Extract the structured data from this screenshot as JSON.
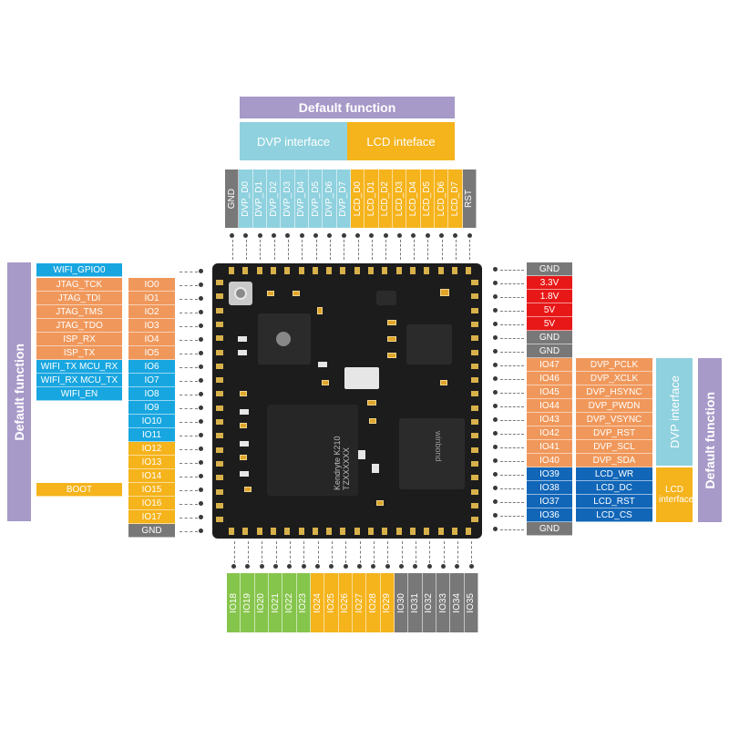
{
  "headers": {
    "top_default": "Default function",
    "top_dvp": "DVP interface",
    "top_lcd": "LCD inteface",
    "left_default": "Default function",
    "right_default": "Default function",
    "right_dvp": "DVP interface",
    "right_lcd": "LCD interface"
  },
  "colors": {
    "purple": "#a799c8",
    "light_blue": "#8fd1de",
    "yellow": "#f5b31c",
    "gray": "#787878",
    "orange": "#f0985b",
    "blue": "#18a6e0",
    "dark_blue": "#1166b8",
    "red": "#e81818",
    "green": "#86c54c"
  },
  "top_pins": [
    {
      "label": "GND",
      "color": "gray"
    },
    {
      "label": "DVP_D0",
      "color": "light_blue"
    },
    {
      "label": "DVP_D1",
      "color": "light_blue"
    },
    {
      "label": "DVP_D2",
      "color": "light_blue"
    },
    {
      "label": "DVP_D3",
      "color": "light_blue"
    },
    {
      "label": "DVP_D4",
      "color": "light_blue"
    },
    {
      "label": "DVP_D5",
      "color": "light_blue"
    },
    {
      "label": "DVP_D6",
      "color": "light_blue"
    },
    {
      "label": "DVP_D7",
      "color": "light_blue"
    },
    {
      "label": "LCD_D0",
      "color": "yellow"
    },
    {
      "label": "LCD_D1",
      "color": "yellow"
    },
    {
      "label": "LCD_D2",
      "color": "yellow"
    },
    {
      "label": "LCD_D3",
      "color": "yellow"
    },
    {
      "label": "LCD_D4",
      "color": "yellow"
    },
    {
      "label": "LCD_D5",
      "color": "yellow"
    },
    {
      "label": "LCD_D6",
      "color": "yellow"
    },
    {
      "label": "LCD_D7",
      "color": "yellow"
    },
    {
      "label": "RST",
      "color": "gray"
    }
  ],
  "bottom_pins": [
    {
      "label": "IO18",
      "color": "green"
    },
    {
      "label": "IO19",
      "color": "green"
    },
    {
      "label": "IO20",
      "color": "green"
    },
    {
      "label": "IO21",
      "color": "green"
    },
    {
      "label": "IO22",
      "color": "green"
    },
    {
      "label": "IO23",
      "color": "green"
    },
    {
      "label": "IO24",
      "color": "yellow"
    },
    {
      "label": "IO25",
      "color": "yellow"
    },
    {
      "label": "IO26",
      "color": "yellow"
    },
    {
      "label": "IO27",
      "color": "yellow"
    },
    {
      "label": "IO28",
      "color": "yellow"
    },
    {
      "label": "IO29",
      "color": "yellow"
    },
    {
      "label": "IO30",
      "color": "gray"
    },
    {
      "label": "IO31",
      "color": "gray"
    },
    {
      "label": "IO32",
      "color": "gray"
    },
    {
      "label": "IO33",
      "color": "gray"
    },
    {
      "label": "IO34",
      "color": "gray"
    },
    {
      "label": "IO35",
      "color": "gray"
    }
  ],
  "left_functions": [
    {
      "label": "WIFI_GPIO0",
      "color": "blue"
    },
    {
      "label": "JTAG_TCK",
      "color": "orange"
    },
    {
      "label": "JTAG_TDI",
      "color": "orange"
    },
    {
      "label": "JTAG_TMS",
      "color": "orange"
    },
    {
      "label": "JTAG_TDO",
      "color": "orange"
    },
    {
      "label": "ISP_RX",
      "color": "orange"
    },
    {
      "label": "ISP_TX",
      "color": "orange"
    },
    {
      "label": "WIFI_TX MCU_RX",
      "color": "blue"
    },
    {
      "label": "WIFI_RX MCU_TX",
      "color": "blue"
    },
    {
      "label": "WIFI_EN",
      "color": "blue"
    },
    {
      "label": "",
      "color": ""
    },
    {
      "label": "",
      "color": ""
    },
    {
      "label": "",
      "color": ""
    },
    {
      "label": "",
      "color": ""
    },
    {
      "label": "",
      "color": ""
    },
    {
      "label": "",
      "color": ""
    },
    {
      "label": "BOOT",
      "color": "yellow"
    },
    {
      "label": "",
      "color": ""
    }
  ],
  "left_pins": [
    {
      "label": "",
      "color": ""
    },
    {
      "label": "IO0",
      "color": "orange"
    },
    {
      "label": "IO1",
      "color": "orange"
    },
    {
      "label": "IO2",
      "color": "orange"
    },
    {
      "label": "IO3",
      "color": "orange"
    },
    {
      "label": "IO4",
      "color": "orange"
    },
    {
      "label": "IO5",
      "color": "orange"
    },
    {
      "label": "IO6",
      "color": "blue"
    },
    {
      "label": "IO7",
      "color": "blue"
    },
    {
      "label": "IO8",
      "color": "blue"
    },
    {
      "label": "IO9",
      "color": "blue"
    },
    {
      "label": "IO10",
      "color": "blue"
    },
    {
      "label": "IO11",
      "color": "blue"
    },
    {
      "label": "IO12",
      "color": "yellow"
    },
    {
      "label": "IO13",
      "color": "yellow"
    },
    {
      "label": "IO14",
      "color": "yellow"
    },
    {
      "label": "IO15",
      "color": "yellow"
    },
    {
      "label": "IO16",
      "color": "yellow"
    },
    {
      "label": "IO17",
      "color": "yellow"
    },
    {
      "label": "GND",
      "color": "gray"
    }
  ],
  "right_pins": [
    {
      "label": "GND",
      "color": "gray"
    },
    {
      "label": "3.3V",
      "color": "red"
    },
    {
      "label": "1.8V",
      "color": "red"
    },
    {
      "label": "5V",
      "color": "red"
    },
    {
      "label": "5V",
      "color": "red"
    },
    {
      "label": "GND",
      "color": "gray"
    },
    {
      "label": "GND",
      "color": "gray"
    },
    {
      "label": "IO47",
      "color": "orange"
    },
    {
      "label": "IO46",
      "color": "orange"
    },
    {
      "label": "IO45",
      "color": "orange"
    },
    {
      "label": "IO44",
      "color": "orange"
    },
    {
      "label": "IO43",
      "color": "orange"
    },
    {
      "label": "IO42",
      "color": "orange"
    },
    {
      "label": "IO41",
      "color": "orange"
    },
    {
      "label": "IO40",
      "color": "orange"
    },
    {
      "label": "IO39",
      "color": "dark_blue"
    },
    {
      "label": "IO38",
      "color": "dark_blue"
    },
    {
      "label": "IO37",
      "color": "dark_blue"
    },
    {
      "label": "IO36",
      "color": "dark_blue"
    },
    {
      "label": "GND",
      "color": "gray"
    }
  ],
  "right_functions": [
    "",
    "",
    "",
    "",
    "",
    "",
    "",
    "DVP_PCLK",
    "DVP_XCLK",
    "DVP_HSYNC",
    "DVP_PWDN",
    "DVP_VSYNC",
    "DVP_RST",
    "DVP_SCL",
    "DVP_SDA",
    "LCD_WR",
    "LCD_DC",
    "LCD_RST",
    "LCD_CS",
    ""
  ],
  "board": {
    "chip_main": "Kendryte K210 TZXXXXXX",
    "chip_flash": "winbond"
  }
}
